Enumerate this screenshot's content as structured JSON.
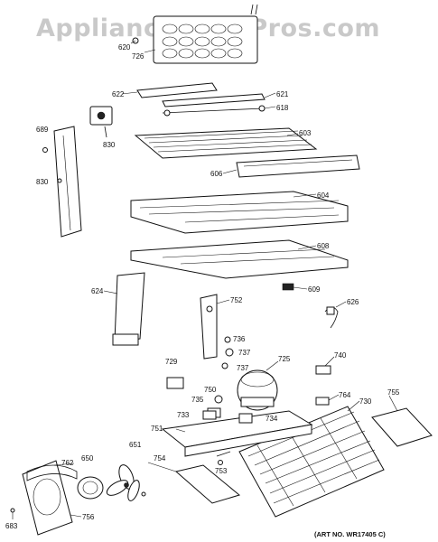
{
  "watermark": "AppliancePartsPros.com",
  "art_number": "(ART NO. WR17405 C)",
  "callouts": {
    "c620": "620",
    "c726": "726",
    "c622": "622",
    "c621": "621",
    "c618": "618",
    "c689": "689",
    "c830a": "830",
    "c830b": "830",
    "c603": "603",
    "c606": "606",
    "c604": "604",
    "c608": "608",
    "c609": "609",
    "c624": "624",
    "c752": "752",
    "c626": "626",
    "c736": "736",
    "c737a": "737",
    "c737b": "737",
    "c725": "725",
    "c740": "740",
    "c729": "729",
    "c750": "750",
    "c735": "735",
    "c764": "764",
    "c730": "730",
    "c755": "755",
    "c733": "733",
    "c734": "734",
    "c751": "751",
    "c651": "651",
    "c762": "762",
    "c650": "650",
    "c754": "754",
    "c753": "753",
    "c756": "756",
    "c683": "683"
  }
}
